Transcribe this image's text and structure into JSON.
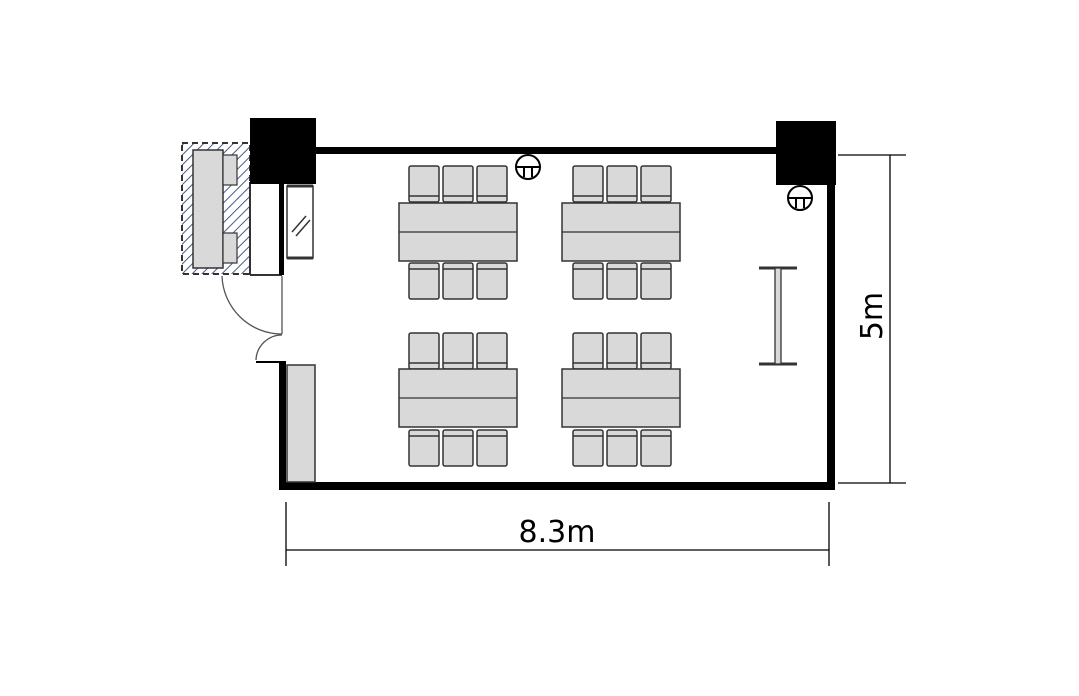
{
  "floor_plan": {
    "width_label": "8.3m",
    "height_label": "5m",
    "colors": {
      "wall": "#000000",
      "furniture_fill": "#d9d9d9",
      "furniture_stroke": "#333333",
      "storage_hatch": "#4a5a8a",
      "background": "#ffffff"
    },
    "tables": 4,
    "chairs_per_table": 6,
    "icons": [
      "outlet-icon",
      "door-icon",
      "shelf-icon",
      "whiteboard-icon",
      "pillar-icon"
    ]
  }
}
